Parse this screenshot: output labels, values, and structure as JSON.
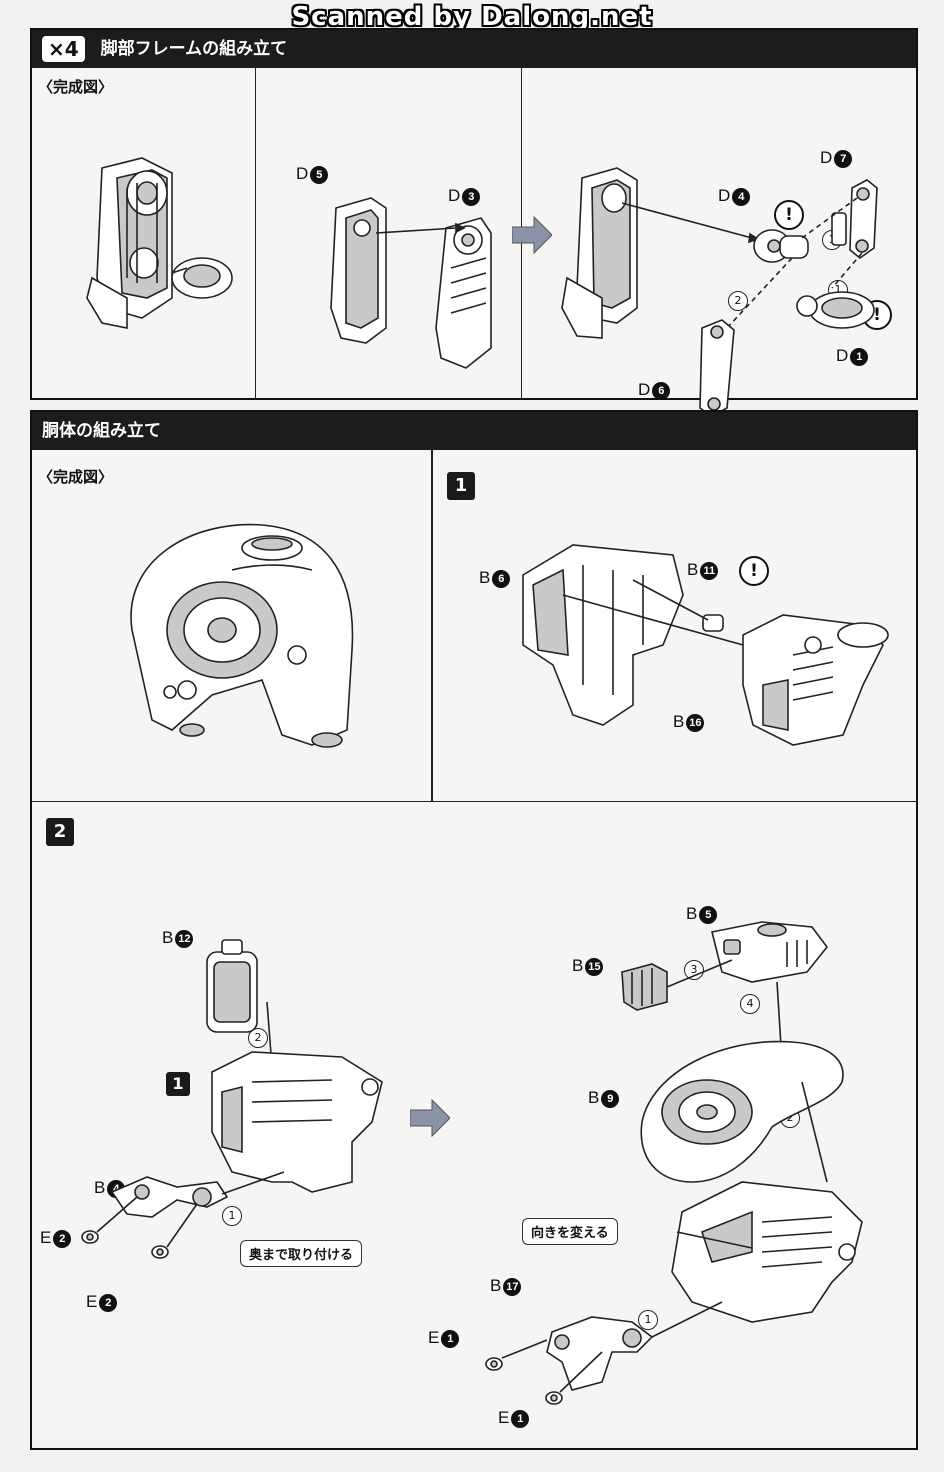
{
  "watermark": "Scanned by Dalong.net",
  "leg_section": {
    "quantity": "×4",
    "title": "脚部フレームの組み立て",
    "completed_label": "〈完成図〉",
    "parts": {
      "d5": {
        "letter": "D",
        "num": "5"
      },
      "d3": {
        "letter": "D",
        "num": "3"
      },
      "d4": {
        "letter": "D",
        "num": "4"
      },
      "d7": {
        "letter": "D",
        "num": "7"
      },
      "d1": {
        "letter": "D",
        "num": "1"
      },
      "d6": {
        "letter": "D",
        "num": "6"
      }
    },
    "steps": [
      "1",
      "1",
      "2"
    ],
    "warn": "!"
  },
  "body_section": {
    "title": "胴体の組み立て",
    "completed_label": "〈完成図〉",
    "step1": {
      "number": "1",
      "parts": {
        "b6": {
          "letter": "B",
          "num": "6"
        },
        "b11": {
          "letter": "B",
          "num": "11"
        },
        "b16": {
          "letter": "B",
          "num": "16"
        }
      },
      "warn": "!"
    },
    "step2": {
      "number": "2",
      "ref_number": "1",
      "parts": {
        "b12": {
          "letter": "B",
          "num": "12"
        },
        "b4": {
          "letter": "B",
          "num": "4"
        },
        "e2a": {
          "letter": "E",
          "num": "2"
        },
        "e2b": {
          "letter": "E",
          "num": "2"
        },
        "b5": {
          "letter": "B",
          "num": "5"
        },
        "b15": {
          "letter": "B",
          "num": "15"
        },
        "b9": {
          "letter": "B",
          "num": "9"
        },
        "b17": {
          "letter": "B",
          "num": "17"
        },
        "e1a": {
          "letter": "E",
          "num": "1"
        },
        "e1b": {
          "letter": "E",
          "num": "1"
        }
      },
      "left_steps": [
        "2",
        "1"
      ],
      "right_steps": [
        "3",
        "4",
        "2",
        "1"
      ],
      "callout_attach": "奥まで取り付ける",
      "callout_turn": "向きを変える"
    }
  }
}
